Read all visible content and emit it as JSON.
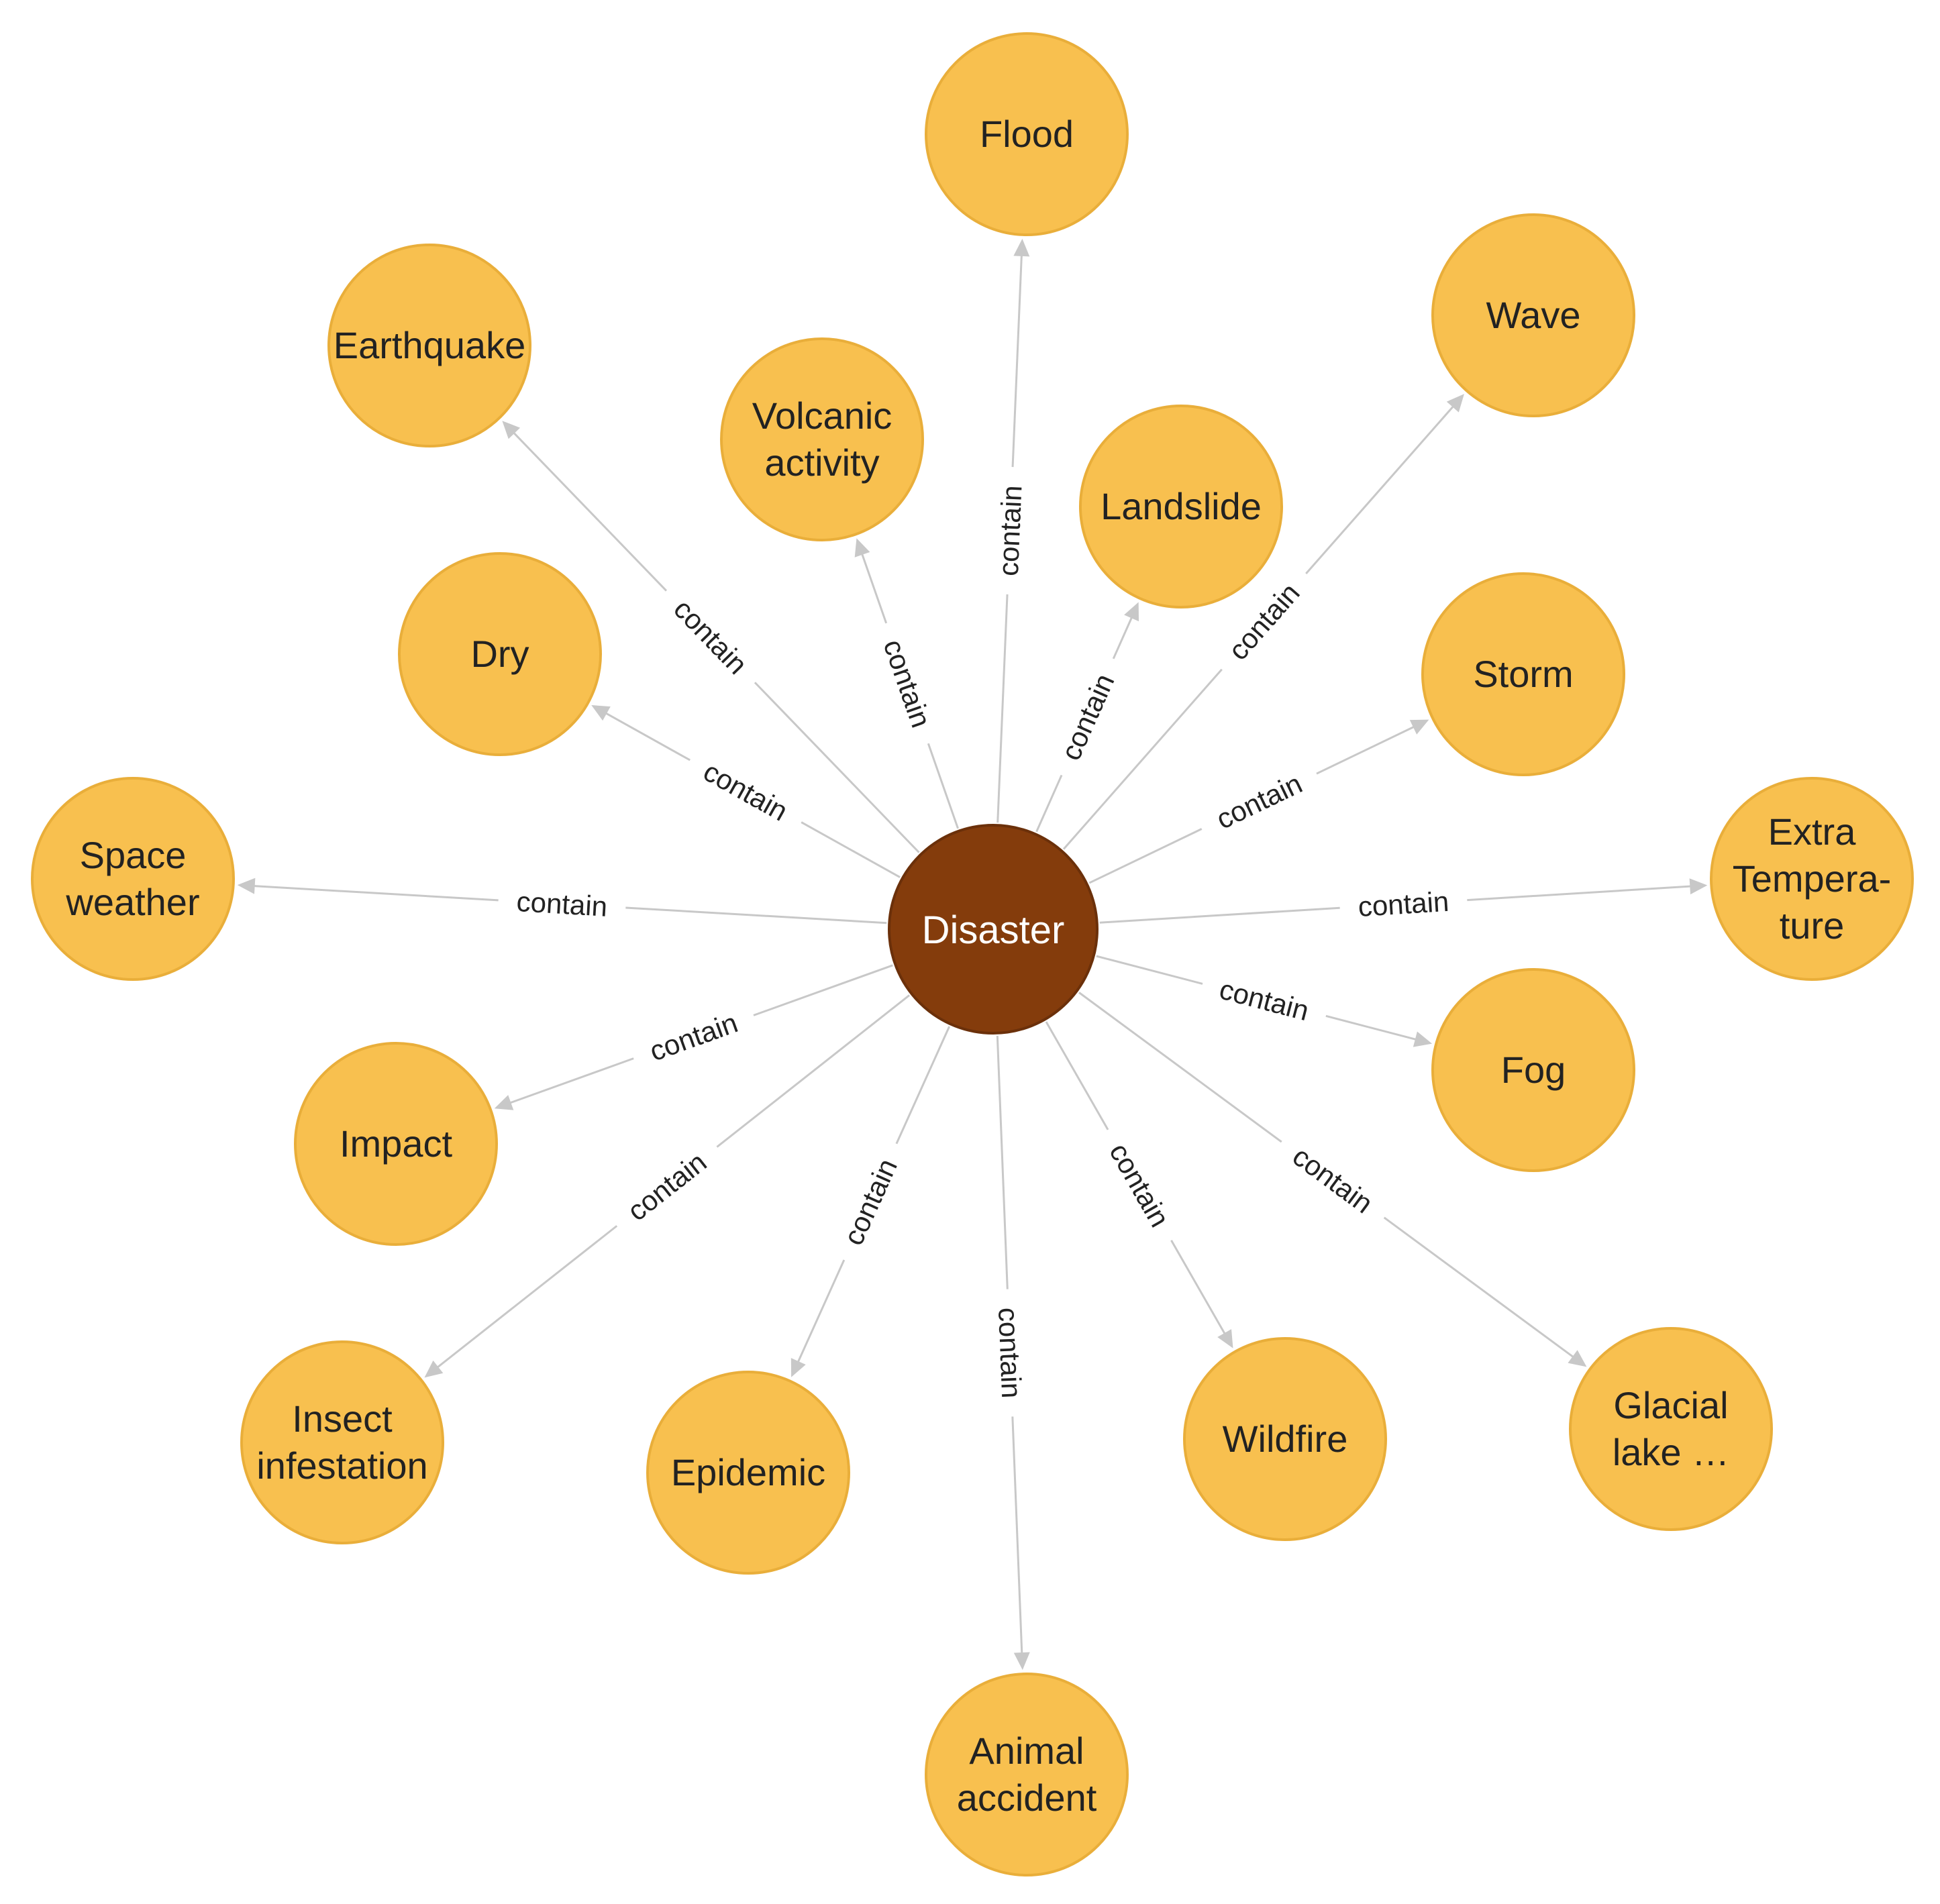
{
  "center": {
    "label": "Disaster",
    "color": "#843C0C",
    "stroke": "#6B300A"
  },
  "node_style": {
    "fill": "#F8C04F",
    "stroke": "#E9AE3A"
  },
  "edge_style": {
    "color": "#C8C8C8"
  },
  "nodes": [
    {
      "id": "flood",
      "lines": [
        "Flood"
      ],
      "edge_label": "contain"
    },
    {
      "id": "wave",
      "lines": [
        "Wave"
      ],
      "edge_label": "contain"
    },
    {
      "id": "earthquake",
      "lines": [
        "Earthquake"
      ],
      "edge_label": "contain"
    },
    {
      "id": "volcanic-activity",
      "lines": [
        "Volcanic",
        "activity"
      ],
      "edge_label": "contain"
    },
    {
      "id": "landslide",
      "lines": [
        "Landslide"
      ],
      "edge_label": "contain"
    },
    {
      "id": "dry",
      "lines": [
        "Dry"
      ],
      "edge_label": "contain"
    },
    {
      "id": "storm",
      "lines": [
        "Storm"
      ],
      "edge_label": "contain"
    },
    {
      "id": "space-weather",
      "lines": [
        "Space",
        "weather"
      ],
      "edge_label": "contain"
    },
    {
      "id": "extra-temperature",
      "lines": [
        "Extra",
        "Tempera-",
        "ture"
      ],
      "edge_label": "contain"
    },
    {
      "id": "fog",
      "lines": [
        "Fog"
      ],
      "edge_label": "contain"
    },
    {
      "id": "impact",
      "lines": [
        "Impact"
      ],
      "edge_label": "contain"
    },
    {
      "id": "insect-infestation",
      "lines": [
        "Insect",
        "infestation"
      ],
      "edge_label": "contain"
    },
    {
      "id": "epidemic",
      "lines": [
        "Epidemic"
      ],
      "edge_label": "contain"
    },
    {
      "id": "wildfire",
      "lines": [
        "Wildfire"
      ],
      "edge_label": "contain"
    },
    {
      "id": "glacial-lake",
      "lines": [
        "Glacial",
        "lake …"
      ],
      "edge_label": "contain"
    },
    {
      "id": "animal-accident",
      "lines": [
        "Animal",
        "accident"
      ],
      "edge_label": "contain"
    }
  ]
}
